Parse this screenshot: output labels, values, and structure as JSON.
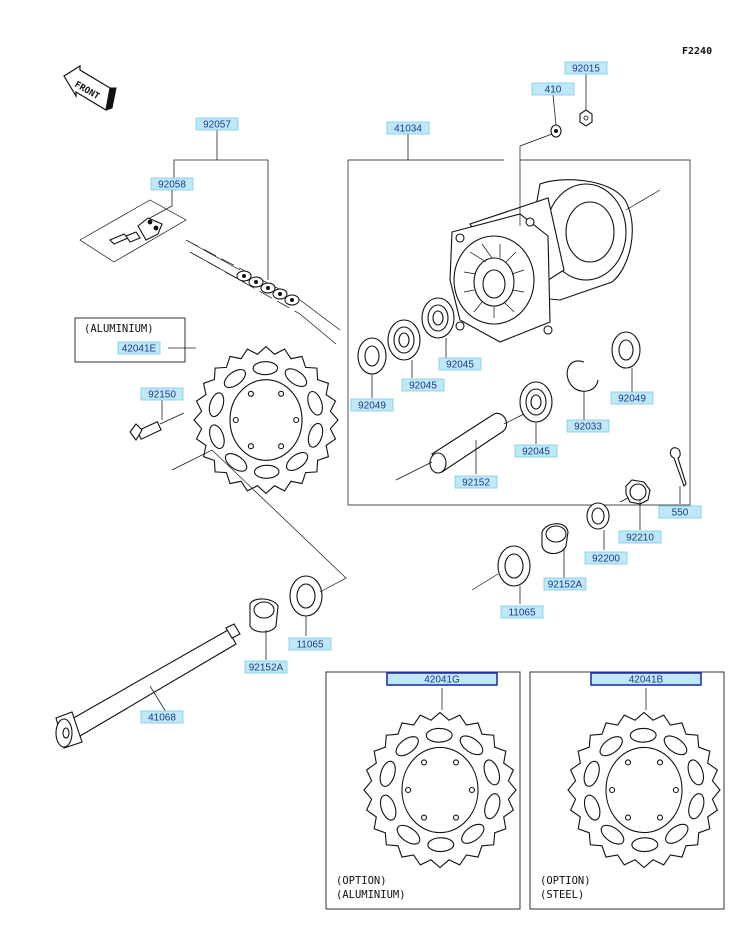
{
  "diagram_code": "F2240",
  "front_label": "FRONT",
  "aluminium_box_label": "(ALUMINIUM)",
  "option_aluminium": [
    "(OPTION)",
    "(ALUMINIUM)"
  ],
  "option_steel": [
    "(OPTION)",
    "(STEEL)"
  ],
  "parts": {
    "p92015": "92015",
    "p410": "410",
    "p92057": "92057",
    "p41034": "41034",
    "p92058": "92058",
    "p42041E": "42041E",
    "p92150": "92150",
    "p92049a": "92049",
    "p92045a": "92045",
    "p92045b": "92045",
    "p92033": "92033",
    "p92049b": "92049",
    "p92045c": "92045",
    "p92152": "92152",
    "p550": "550",
    "p92210": "92210",
    "p92200": "92200",
    "p92152A_right": "92152A",
    "p11065_right": "11065",
    "p11065_left": "11065",
    "p92152A_left": "92152A",
    "p41068": "41068",
    "p42041G": "42041G",
    "p42041B": "42041B"
  }
}
